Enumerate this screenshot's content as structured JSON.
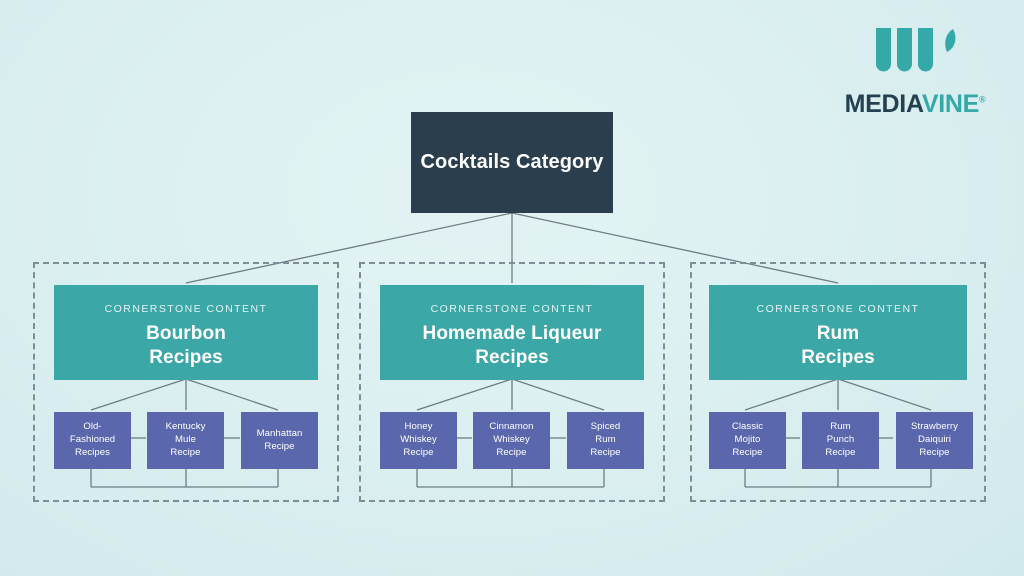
{
  "brand": {
    "logo_mark": "mediavine-m-leaf-mark",
    "word_media": "MEDIA",
    "word_vine": "VINE",
    "registered_mark": "®",
    "accent_teal": "#3ca7a7",
    "accent_navy": "#2a3e4d",
    "accent_purple": "#5a67ad",
    "background": "#dcf0f1",
    "connector_line": "#6d7d85",
    "dashed_border": "#7f8e96"
  },
  "diagram": {
    "type": "topic-cluster-hierarchy",
    "root": {
      "label": "Cocktails\nCategory",
      "fill": "#2a3e4d"
    },
    "clusters": [
      {
        "eyebrow": "Cornerstone Content",
        "title": "Bourbon\nRecipes",
        "leaves": [
          {
            "label": "Old-\nFashioned\nRecipes"
          },
          {
            "label": "Kentucky\nMule\nRecipe"
          },
          {
            "label": "Manhattan\nRecipe"
          }
        ]
      },
      {
        "eyebrow": "Cornerstone Content",
        "title": "Homemade Liqueur\nRecipes",
        "leaves": [
          {
            "label": "Honey\nWhiskey\nRecipe"
          },
          {
            "label": "Cinnamon\nWhiskey\nRecipe"
          },
          {
            "label": "Spiced\nRum\nRecipe"
          }
        ]
      },
      {
        "eyebrow": "Cornerstone Content",
        "title": "Rum\nRecipes",
        "leaves": [
          {
            "label": "Classic\nMojito\nRecipe"
          },
          {
            "label": "Rum\nPunch\nRecipe"
          },
          {
            "label": "Strawberry\nDaiquiri\nRecipe"
          }
        ]
      }
    ]
  }
}
